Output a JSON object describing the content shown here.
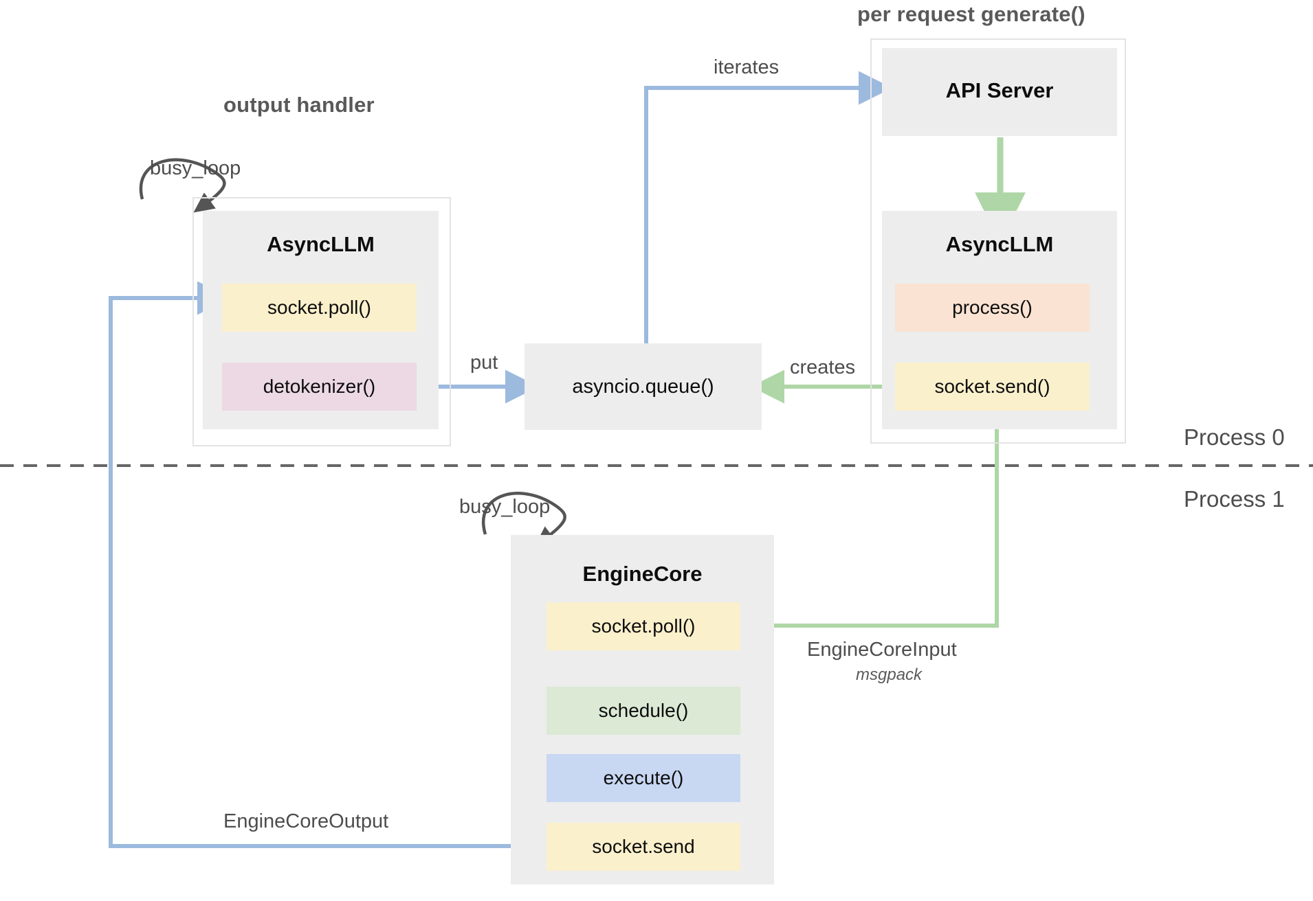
{
  "diagram": {
    "title_hidden": "vLLM v1 engine architecture",
    "group_titles": {
      "output_handler": "output handler",
      "per_request": "per request generate()"
    },
    "process_labels": {
      "process0": "Process 0",
      "process1": "Process 1"
    },
    "nodes": {
      "async_llm_left": {
        "title": "AsyncLLM",
        "chips": [
          {
            "label": "socket.poll()",
            "color": "#fbf0cc"
          },
          {
            "label": "detokenizer()",
            "color": "#ecd9e3"
          }
        ]
      },
      "api_server": {
        "title": "API Server"
      },
      "async_llm_right": {
        "title": "AsyncLLM",
        "chips": [
          {
            "label": "process()",
            "color": "#fae3d2"
          },
          {
            "label": "socket.send()",
            "color": "#fbf0cc"
          }
        ]
      },
      "asyncio_queue": {
        "label": "asyncio.queue()"
      },
      "engine_core": {
        "title": "EngineCore",
        "chips": [
          {
            "label": "socket.poll()",
            "color": "#fbf0cc"
          },
          {
            "label": "schedule()",
            "color": "#dbe9d5"
          },
          {
            "label": "execute()",
            "color": "#c8d7f2"
          },
          {
            "label": "socket.send",
            "color": "#fbf0cc"
          }
        ]
      }
    },
    "edges": {
      "busy_loop_left": "busy_loop",
      "busy_loop_core": "busy_loop",
      "iterates": "iterates",
      "put": "put",
      "creates": "creates",
      "engine_core_input": "EngineCoreInput",
      "engine_core_input_sub": "msgpack",
      "engine_core_output": "EngineCoreOutput"
    },
    "colors": {
      "blue_edge": "#9cb9de",
      "green_edge": "#aed6a6",
      "black_edge": "#4d4d4d",
      "panel_border": "#e3e3e3",
      "box_fill": "#ededed",
      "divider": "#666666"
    }
  }
}
